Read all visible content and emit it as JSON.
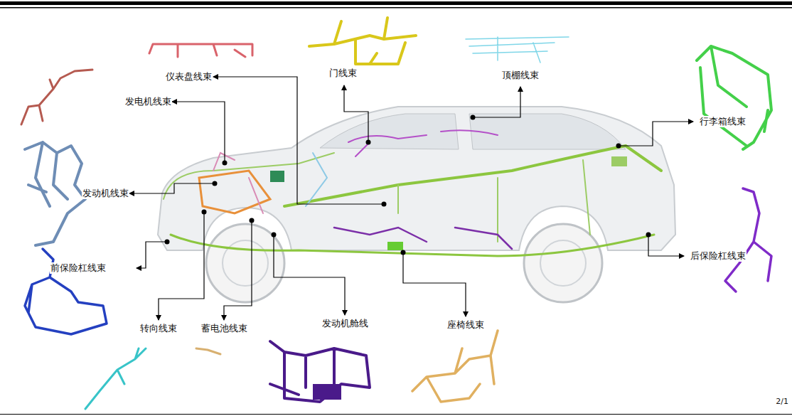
{
  "diagram": {
    "labels": [
      "仪表盘线束",
      "门线束",
      "顶棚线束",
      "发电机线束",
      "行李箱线束",
      "发动机线束",
      "前保险杠线束",
      "后保险杠线束",
      "转向线束",
      "蓄电池线束",
      "发动机舱线",
      "座椅线束",
      "2/1"
    ]
  }
}
